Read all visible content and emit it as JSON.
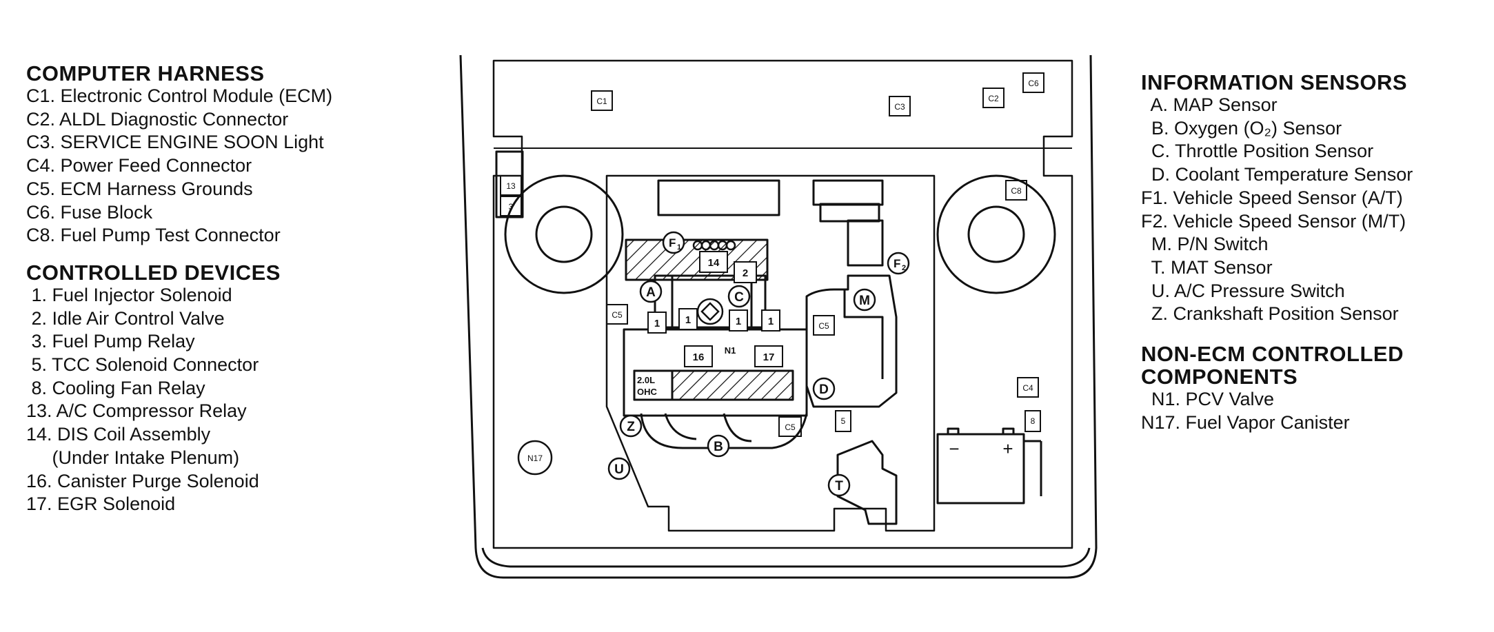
{
  "computer_harness": {
    "title": "COMPUTER HARNESS",
    "items": [
      "C1. Electronic Control Module (ECM)",
      "C2. ALDL Diagnostic Connector",
      "C3. SERVICE ENGINE SOON Light",
      "C4. Power Feed Connector",
      "C5. ECM Harness Grounds",
      "C6. Fuse Block",
      "C8. Fuel Pump Test Connector"
    ]
  },
  "controlled_devices": {
    "title": "CONTROLLED DEVICES",
    "items": [
      " 1. Fuel Injector Solenoid",
      " 2. Idle Air Control Valve",
      " 3. Fuel Pump Relay",
      " 5. TCC Solenoid Connector",
      " 8. Cooling Fan Relay",
      "13. A/C Compressor Relay",
      "14. DIS Coil Assembly",
      "     (Under Intake Plenum)",
      "16. Canister Purge Solenoid",
      "17. EGR Solenoid"
    ]
  },
  "information_sensors": {
    "title": "INFORMATION SENSORS",
    "items": [
      "  A. MAP Sensor",
      "  B. Oxygen (O₂) Sensor",
      "  C. Throttle Position Sensor",
      "  D. Coolant Temperature Sensor",
      "F1. Vehicle Speed Sensor (A/T)",
      "F2. Vehicle Speed Sensor (M/T)",
      "  M. P/N Switch",
      "  T. MAT Sensor",
      "  U. A/C Pressure Switch",
      "  Z. Crankshaft Position Sensor"
    ]
  },
  "non_ecm": {
    "title_line1": "NON-ECM CONTROLLED",
    "title_line2": "COMPONENTS",
    "items": [
      "  N1. PCV Valve",
      "N17. Fuel Vapor Canister"
    ]
  },
  "diagram_labels": {
    "c1": "C1",
    "c3": "C3",
    "c2": "C2",
    "c6": "C6",
    "c8": "C8",
    "c4": "C4",
    "c5_left": "C5",
    "c5_right": "C5",
    "c5_bottom": "C5",
    "r13": "13",
    "r3": "3",
    "r14": "14",
    "r2": "2",
    "inj1": "1",
    "inj2": "1",
    "inj3": "1",
    "inj4": "1",
    "r16": "16",
    "r17": "17",
    "r5": "5",
    "r8": "8",
    "n1": "N1",
    "n17": "N17",
    "engine_line1": "2.0L",
    "engine_line2": "OHC",
    "A": "A",
    "B": "B",
    "C": "C",
    "D": "D",
    "M": "M",
    "T": "T",
    "U": "U",
    "Z": "Z",
    "F1": "F",
    "F1_sub": "1",
    "F2": "F",
    "F2_sub": "2",
    "batt_minus": "−",
    "batt_plus": "+"
  }
}
